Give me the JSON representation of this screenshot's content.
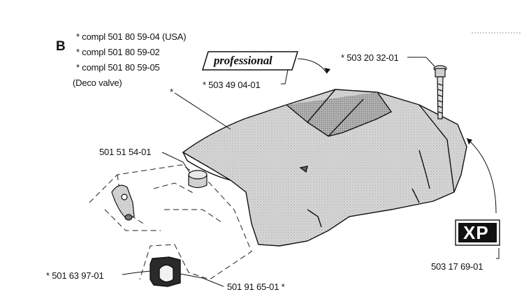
{
  "section_letter": "B",
  "kit_list": {
    "line1": "* compl 501 80 59-04 (USA)",
    "line2": "* compl 501 80 59-02",
    "line3": "* compl 501 80 59-05",
    "line4": "(Deco valve)"
  },
  "badges": {
    "professional": "professional",
    "xp": "XP"
  },
  "callouts": {
    "professional_decal": "* 503 49 04-01",
    "screw": "* 503 20 32-01",
    "cover_star": "*",
    "plug": "501 51 54-01",
    "xp_decal": "503 17 69-01",
    "bracket": "* 501 63 97-01",
    "clamp": "501 91 65-01 *"
  },
  "colors": {
    "ink": "#111111",
    "shade": "#cfcfcf",
    "dark_shade": "#9a9a9a"
  }
}
